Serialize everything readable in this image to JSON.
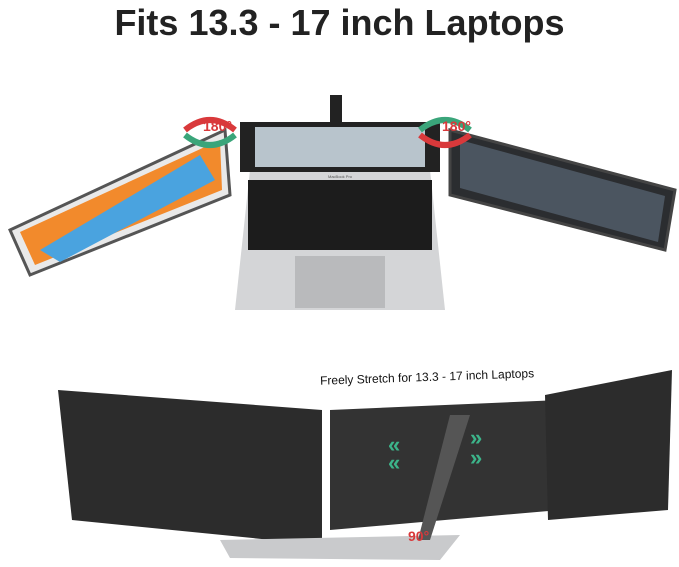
{
  "headline": "Fits 13.3 - 17 inch Laptops",
  "caption": "Freely Stretch for 13.3 - 17 inch Laptops",
  "rotation_labels": {
    "left": "180°",
    "right": "180°",
    "stand": "90°"
  },
  "laptop_label": "MacBook Pro",
  "colors": {
    "rotate_red": "#d9393b",
    "rotate_green": "#3aa57a",
    "arrow_green": "#3cb48a",
    "panel": "#2a2a2a",
    "laptop": "#c9cacc"
  }
}
